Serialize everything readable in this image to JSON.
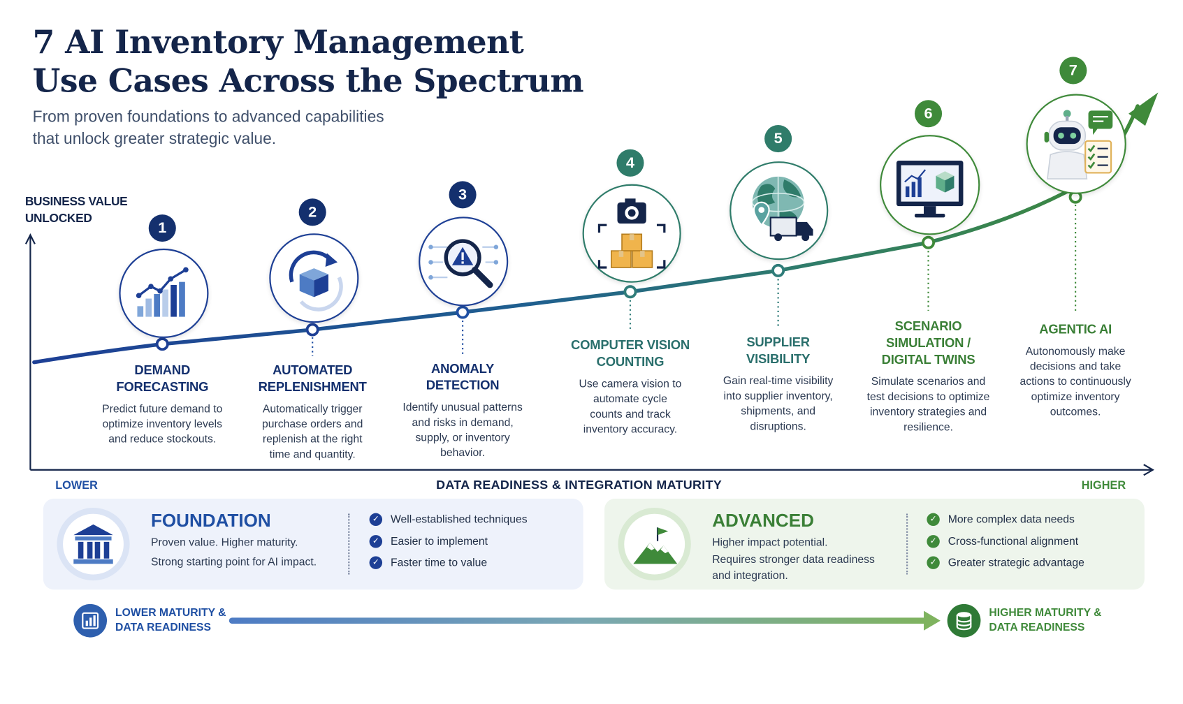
{
  "title_line1": "7 AI Inventory Management",
  "title_line2": "Use Cases Across the Spectrum",
  "subtitle_line1": "From proven foundations to advanced capabilities",
  "subtitle_line2": "that unlock greater strategic value.",
  "y_axis_label_line1": "BUSINESS VALUE",
  "y_axis_label_line2": "UNLOCKED",
  "x_axis_label": "DATA READINESS & INTEGRATION MATURITY",
  "x_axis_low": "LOWER",
  "x_axis_high": "HIGHER",
  "colors": {
    "navy": "#14306e",
    "blue": "#1f4fa3",
    "teal": "#2f7c79",
    "green": "#3f8a3a",
    "panel_blue": "#eef2fb",
    "panel_green": "#eef5ec"
  },
  "use_cases": [
    {
      "number": "1",
      "title_line1": "DEMAND",
      "title_line2": "FORECASTING",
      "description": "Predict future demand to optimize inventory levels and reduce stockouts.",
      "icon": "bar-chart-trend-icon"
    },
    {
      "number": "2",
      "title_line1": "AUTOMATED",
      "title_line2": "REPLENISHMENT",
      "description": "Automatically trigger purchase orders and replenish at the right time and quantity.",
      "icon": "box-refresh-icon"
    },
    {
      "number": "3",
      "title_line1": "ANOMALY",
      "title_line2": "DETECTION",
      "description": "Identify unusual patterns and risks in demand, supply, or inventory behavior.",
      "icon": "magnifier-warning-icon"
    },
    {
      "number": "4",
      "title_line1": "COMPUTER VISION",
      "title_line2": "COUNTING",
      "description": "Use camera vision to automate cycle counts and track inventory accuracy.",
      "icon": "camera-boxes-icon"
    },
    {
      "number": "5",
      "title_line1": "SUPPLIER",
      "title_line2": "VISIBILITY",
      "description": "Gain real-time visibility into supplier inventory, shipments, and disruptions.",
      "icon": "globe-truck-icon"
    },
    {
      "number": "6",
      "title_line1": "SCENARIO",
      "title_line2": "SIMULATION /",
      "title_line3": "DIGITAL TWINS",
      "description": "Simulate scenarios and test decisions to optimize inventory strategies and resilience.",
      "icon": "monitor-cube-icon"
    },
    {
      "number": "7",
      "title_line1": "AGENTIC AI",
      "title_line2": "",
      "description": "Autonomously make decisions and take actions to continuously optimize inventory outcomes.",
      "icon": "robot-checklist-icon"
    }
  ],
  "foundation": {
    "title": "FOUNDATION",
    "line1": "Proven value. Higher maturity.",
    "line2": "Strong starting point for AI impact.",
    "checks": [
      "Well-established techniques",
      "Easier to implement",
      "Faster time to value"
    ],
    "icon": "bank-building-icon"
  },
  "advanced": {
    "title": "ADVANCED",
    "line1": "Higher impact potential.",
    "line2": "Requires stronger data readiness",
    "line3": "and integration.",
    "checks": [
      "More complex data needs",
      "Cross-functional alignment",
      "Greater strategic advantage"
    ],
    "icon": "mountain-flag-icon"
  },
  "bottom_left_line1": "LOWER MATURITY &",
  "bottom_left_line2": "DATA READINESS",
  "bottom_right_line1": "HIGHER MATURITY &",
  "bottom_right_line2": "DATA READINESS"
}
